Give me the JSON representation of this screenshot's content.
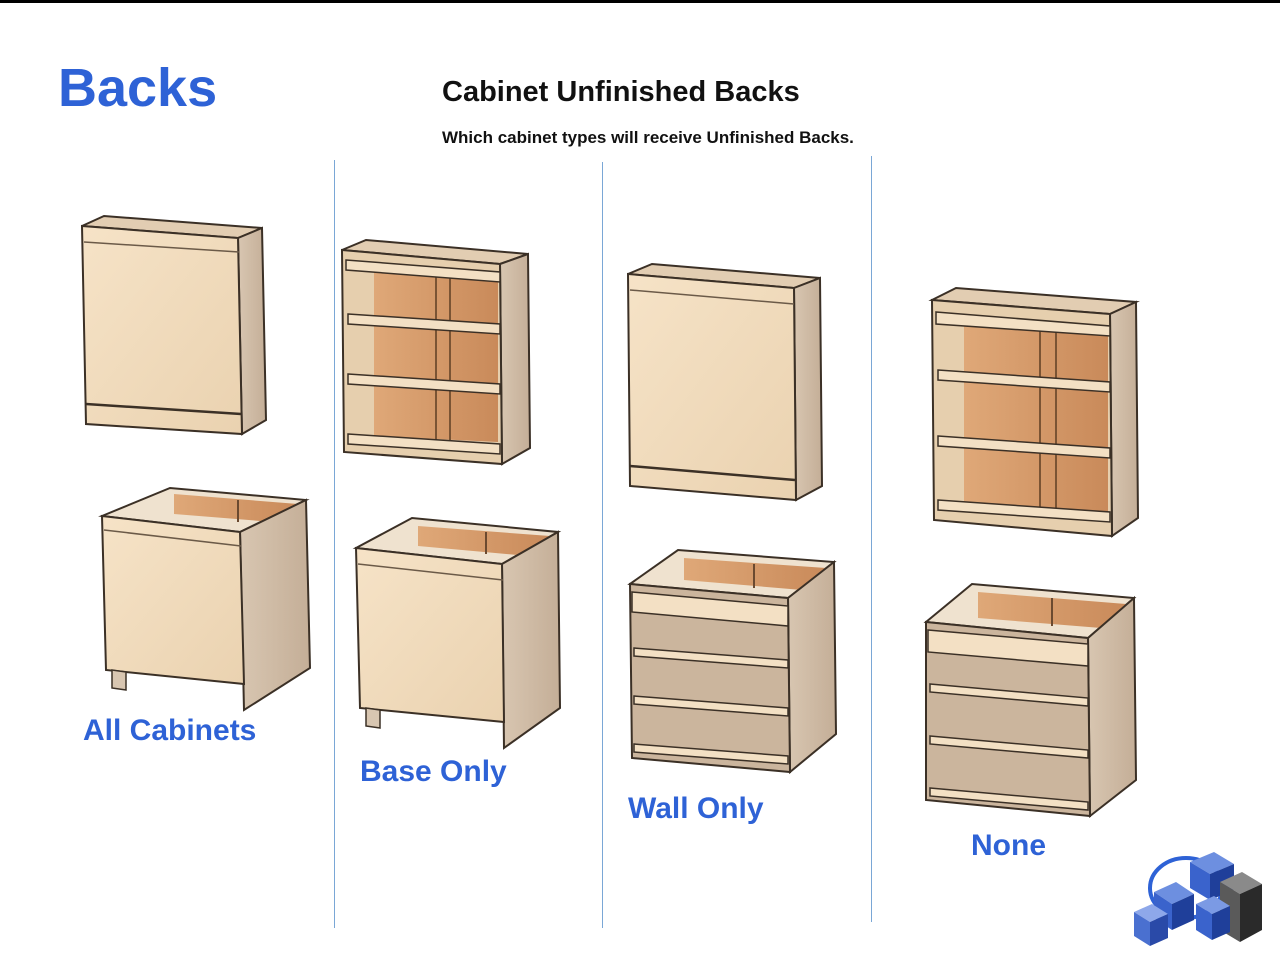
{
  "slide": {
    "title": "Backs",
    "heading": "Cabinet Unfinished Backs",
    "subheading": "Which cabinet types will receive Unfinished Backs."
  },
  "options": [
    {
      "label": "All Cabinets"
    },
    {
      "label": "Base Only"
    },
    {
      "label": "Wall Only"
    },
    {
      "label": "None"
    }
  ],
  "colors": {
    "accent": "#2e62d6",
    "divider": "#7aa7d6",
    "finished_panel": "#f1dcbe",
    "unfinished_back": "#d9a172",
    "carcass_side": "#cdb9a3"
  },
  "icons": [
    "company-cube-logo-icon"
  ]
}
